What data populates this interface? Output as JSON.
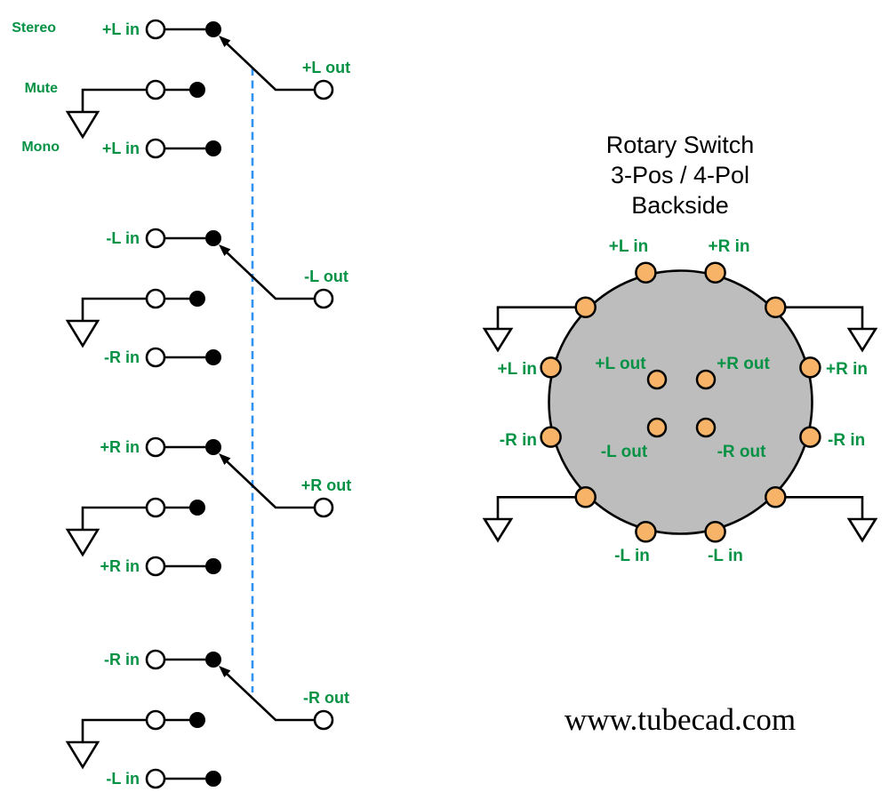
{
  "colors": {
    "green": "#069245",
    "orange": "#f7b469",
    "gray": "#bdbdbd",
    "blue": "#3093f2",
    "ink": "#000000"
  },
  "schematic": {
    "groups": [
      {
        "position_labels": [
          "Stereo",
          "Mute",
          "Mono"
        ],
        "row_a_label": "+L in",
        "row_c_label": "+L in",
        "out_label": "+L out"
      },
      {
        "row_a_label": "-L in",
        "row_c_label": "-R in",
        "out_label": "-L out"
      },
      {
        "row_a_label": "+R in",
        "row_c_label": "+R in",
        "out_label": "+R out"
      },
      {
        "row_a_label": "-R in",
        "row_c_label": "-L in",
        "out_label": "-R out"
      }
    ]
  },
  "rotary": {
    "title_line1": "Rotary Switch",
    "title_line2": "3-Pos / 4-Pol",
    "title_line3": "Backside",
    "outer_labels": {
      "top_left": "+L in",
      "top_right": "+R in",
      "left_upper": "+L in",
      "left_lower": "-R in",
      "right_upper": "+R in",
      "right_lower": "-R in",
      "bottom_left": "-L in",
      "bottom_right": "-L in"
    },
    "center_labels": {
      "top_left": "+L out",
      "top_right": "+R out",
      "bottom_left": "-L out",
      "bottom_right": "-R out"
    }
  },
  "footer": {
    "website": "www.tubecad.com"
  }
}
